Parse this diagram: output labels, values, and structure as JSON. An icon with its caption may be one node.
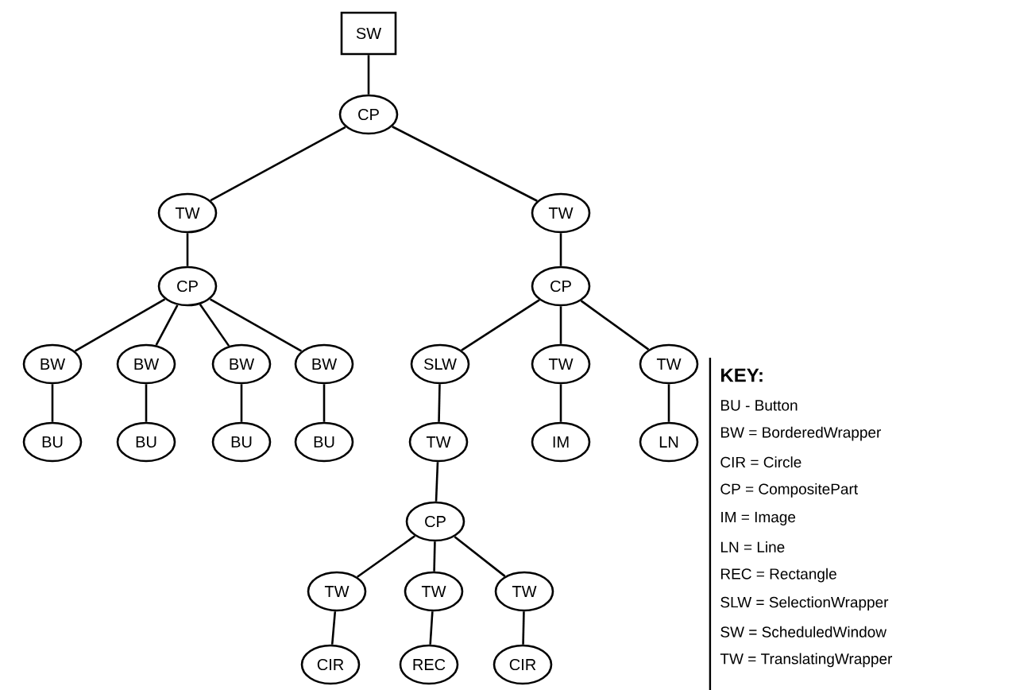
{
  "diagram": {
    "nodes": [
      {
        "text": [
          "SW"
        ]
      },
      {
        "text": [
          "CP"
        ]
      },
      {
        "text": [
          "TW"
        ]
      },
      {
        "text": [
          "TW"
        ]
      },
      {
        "text": [
          "CP"
        ]
      },
      {
        "text": [
          "BW"
        ]
      },
      {
        "text": [
          "BW"
        ]
      },
      {
        "text": [
          "BW"
        ]
      },
      {
        "text": [
          "BW"
        ]
      },
      {
        "text": [
          "BU"
        ]
      },
      {
        "text": [
          "BU"
        ]
      },
      {
        "text": [
          "BU"
        ]
      },
      {
        "text": [
          "BU"
        ]
      },
      {
        "text": [
          "CP"
        ]
      },
      {
        "text": [
          "SLW"
        ]
      },
      {
        "text": [
          "TW"
        ]
      },
      {
        "text": [
          "TW"
        ]
      },
      {
        "text": [
          "TW"
        ]
      },
      {
        "text": [
          "IM"
        ]
      },
      {
        "text": [
          "LN"
        ]
      },
      {
        "text": [
          "CP"
        ]
      },
      {
        "text": [
          "TW"
        ]
      },
      {
        "text": [
          "TW"
        ]
      },
      {
        "text": [
          "TW"
        ]
      },
      {
        "text": [
          "CIR"
        ]
      },
      {
        "text": [
          "REC"
        ]
      },
      {
        "text": [
          "CIR"
        ]
      }
    ],
    "edges": [
      {
        "from": 0,
        "to": 1,
        "arrow": "none"
      },
      {
        "from": 1,
        "to": 2,
        "arrow": "none"
      },
      {
        "from": 1,
        "to": 3,
        "arrow": "none"
      },
      {
        "from": 2,
        "to": 4,
        "arrow": "none"
      },
      {
        "from": 4,
        "to": 5,
        "arrow": "none"
      },
      {
        "from": 4,
        "to": 6,
        "arrow": "none"
      },
      {
        "from": 4,
        "to": 7,
        "arrow": "none"
      },
      {
        "from": 4,
        "to": 8,
        "arrow": "none"
      },
      {
        "from": 5,
        "to": 9,
        "arrow": "none"
      },
      {
        "from": 6,
        "to": 10,
        "arrow": "none"
      },
      {
        "from": 7,
        "to": 11,
        "arrow": "none"
      },
      {
        "from": 8,
        "to": 12,
        "arrow": "none"
      },
      {
        "from": 3,
        "to": 13,
        "arrow": "none"
      },
      {
        "from": 13,
        "to": 14,
        "arrow": "none"
      },
      {
        "from": 13,
        "to": 15,
        "arrow": "none"
      },
      {
        "from": 13,
        "to": 16,
        "arrow": "none"
      },
      {
        "from": 14,
        "to": 17,
        "arrow": "none"
      },
      {
        "from": 15,
        "to": 18,
        "arrow": "none"
      },
      {
        "from": 16,
        "to": 19,
        "arrow": "none"
      },
      {
        "from": 17,
        "to": 20,
        "arrow": "none"
      },
      {
        "from": 20,
        "to": 21,
        "arrow": "none"
      },
      {
        "from": 20,
        "to": 22,
        "arrow": "none"
      },
      {
        "from": 20,
        "to": 23,
        "arrow": "none"
      },
      {
        "from": 21,
        "to": 24,
        "arrow": "none"
      },
      {
        "from": 22,
        "to": 25,
        "arrow": "none"
      },
      {
        "from": 23,
        "to": 26,
        "arrow": "none"
      }
    ],
    "labels": [
      "KEY:",
      "BU - Button",
      "BW = BorderedWrapper",
      "CIR = Circle",
      "CP = CompositePart",
      "IM = Image",
      "LN = Line",
      "REC = Rectangle",
      "SLW = SelectionWrapper",
      "SW = ScheduledWindow",
      "TW = TranslatingWrapper"
    ]
  }
}
